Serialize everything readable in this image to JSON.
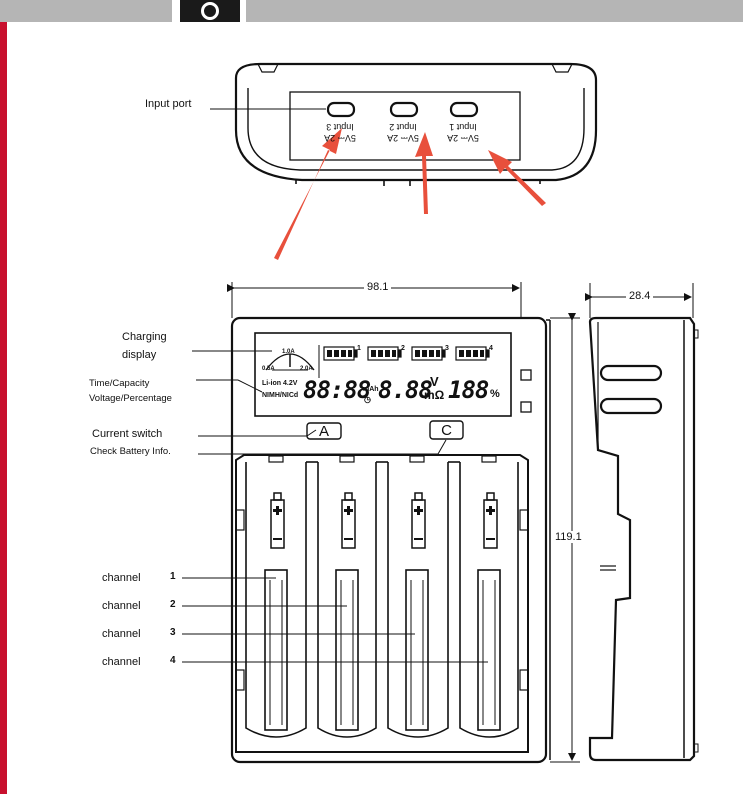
{
  "labels": {
    "input_port": "Input  port",
    "charging_display": [
      "Charging",
      "display"
    ],
    "time_capacity": [
      "Time/Capacity",
      "Voltage/Percentage"
    ],
    "current_switch": "Current  switch",
    "check_battery": "Check Battery Info."
  },
  "dimensions": {
    "width": "98.1",
    "height": "119.1",
    "depth": "28.4"
  },
  "inputs": [
    {
      "name": "Input 3",
      "rating": "5V⎓ 2A"
    },
    {
      "name": "Input 2",
      "rating": "5V⎓ 2A"
    },
    {
      "name": "Input 1",
      "rating": "5V⎓ 2A"
    }
  ],
  "display": {
    "gauge_top": "1.0A",
    "gauge_left": "0.5A",
    "gauge_right": "2.0A",
    "liion": "Li-ion 4.2V",
    "nimh": "NIMH/NICd",
    "time_digits": "88:88",
    "mah": "mAh",
    "volt_digits": "8.88",
    "v": "V",
    "mohm": "mΩ",
    "pct_digits": "188",
    "pct": "%",
    "slots": [
      "1",
      "2",
      "3",
      "4"
    ]
  },
  "buttons": {
    "a": "A",
    "c": "C"
  },
  "channels": [
    {
      "label": "channel",
      "num": "1"
    },
    {
      "label": "channel",
      "num": "2"
    },
    {
      "label": "channel",
      "num": "3"
    },
    {
      "label": "channel",
      "num": "4"
    }
  ],
  "colors": {
    "accent_red": "#c8102e",
    "arrow_red": "#e8503c",
    "header_gray": "#b5b5b5"
  }
}
